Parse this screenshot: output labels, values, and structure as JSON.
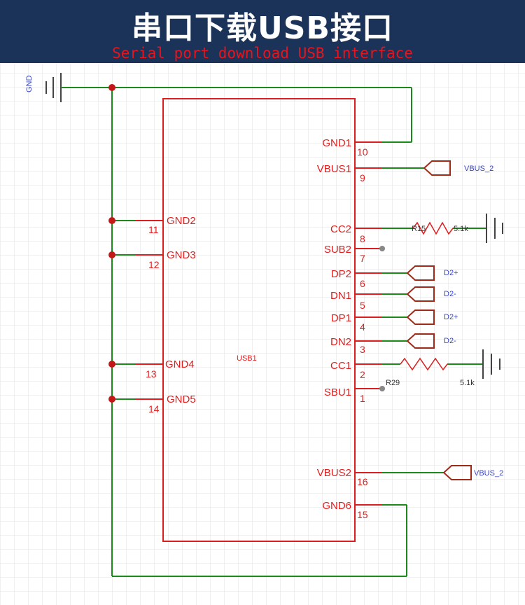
{
  "header": {
    "title": "串口下载USB接口",
    "subtitle": "Serial port download USB interface"
  },
  "colors": {
    "banner": "#1b3358",
    "title": "#ffffff",
    "subtitle": "#e8141e",
    "wire": "#1b8a1b",
    "component": "#dd1e1e",
    "net_label": "#3845c8"
  },
  "schematic": {
    "gnd_symbol_label": "GND",
    "designator": "USB1",
    "left_pins": [
      {
        "name": "GND2",
        "number": "11"
      },
      {
        "name": "GND3",
        "number": "12"
      },
      {
        "name": "GND4",
        "number": "13"
      },
      {
        "name": "GND5",
        "number": "14"
      }
    ],
    "right_pins": [
      {
        "name": "GND1",
        "number": "10"
      },
      {
        "name": "VBUS1",
        "number": "9"
      },
      {
        "name": "CC2",
        "number": "8"
      },
      {
        "name": "SUB2",
        "number": "7"
      },
      {
        "name": "DP2",
        "number": "6"
      },
      {
        "name": "DN1",
        "number": "5"
      },
      {
        "name": "DP1",
        "number": "4"
      },
      {
        "name": "DN2",
        "number": "3"
      },
      {
        "name": "CC1",
        "number": "2"
      },
      {
        "name": "SBU1",
        "number": "1"
      },
      {
        "name": "VBUS2",
        "number": "16"
      },
      {
        "name": "GND6",
        "number": "15"
      }
    ],
    "net_labels": {
      "vbus_top": "VBUS_2",
      "dp2": "D2+",
      "dn1": "D2-",
      "dp1": "D2+",
      "dn2": "D2-",
      "vbus_bottom": "VBUS_2"
    },
    "resistors": [
      {
        "ref": "R15",
        "value": "5.1k"
      },
      {
        "ref": "R29",
        "value": "5.1k"
      }
    ]
  }
}
